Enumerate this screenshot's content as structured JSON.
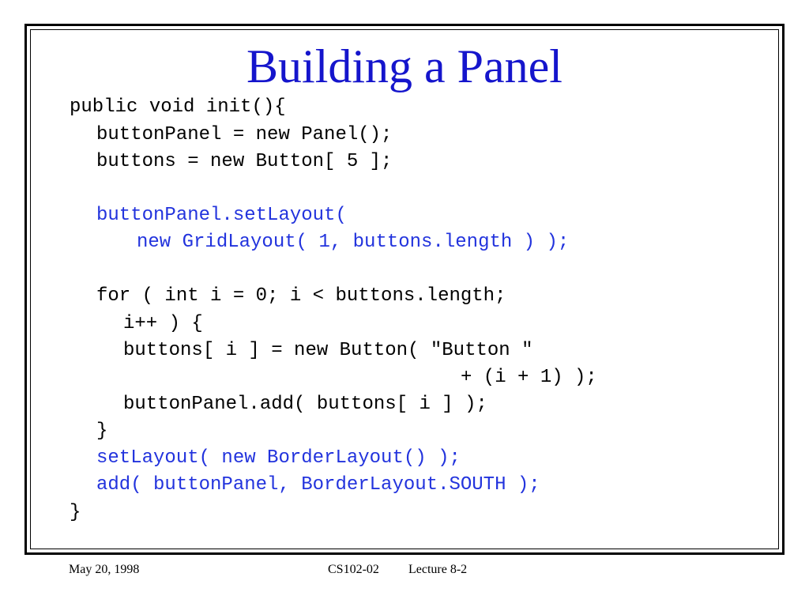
{
  "colors": {
    "title": "#1515cc",
    "code_default": "#000000",
    "code_highlight": "#2233dd"
  },
  "slide": {
    "title": "Building a Panel",
    "code_lines": [
      {
        "text": "public void init(){",
        "highlight": false
      },
      {
        "text": "buttonPanel = new Panel();",
        "highlight": false
      },
      {
        "text": "buttons = new Button[ 5 ];",
        "highlight": false
      },
      {
        "text": "buttonPanel.setLayout(",
        "highlight": true
      },
      {
        "text": "new GridLayout( 1, buttons.length ) );",
        "highlight": true
      },
      {
        "text": "for ( int i = 0; i < buttons.length;",
        "highlight": false
      },
      {
        "text": "i++ ) {",
        "highlight": false
      },
      {
        "text": "buttons[ i ] = new Button( \"Button \"",
        "highlight": false
      },
      {
        "text": "+ (i + 1) );",
        "highlight": false
      },
      {
        "text": "buttonPanel.add( buttons[ i ] );",
        "highlight": false
      },
      {
        "text": "}",
        "highlight": false
      },
      {
        "text": "setLayout( new BorderLayout() );",
        "highlight": true
      },
      {
        "text": "add( buttonPanel, BorderLayout.SOUTH );",
        "highlight": true
      },
      {
        "text": "}",
        "highlight": false
      }
    ]
  },
  "footer": {
    "date": "May 20, 1998",
    "course": "CS102-02",
    "lecture": "Lecture 8-2"
  }
}
